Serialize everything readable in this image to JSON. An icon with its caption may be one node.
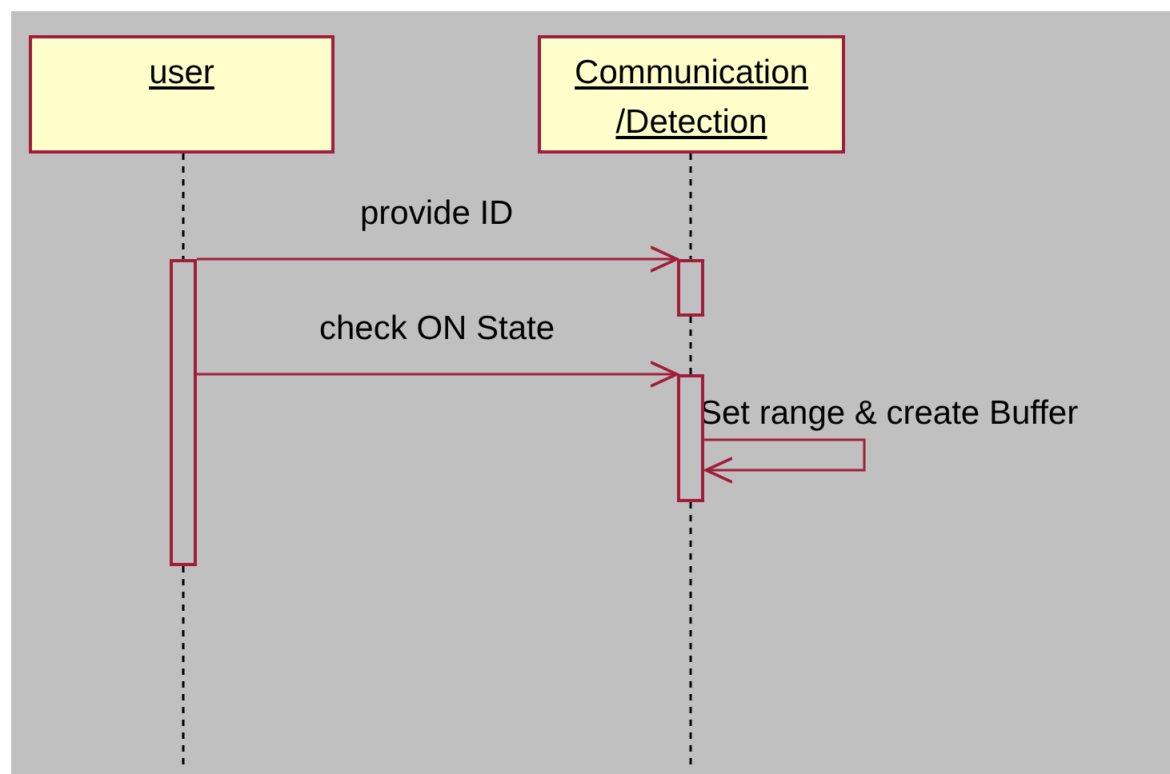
{
  "diagram": {
    "nodes": [
      {
        "text": [
          "user"
        ]
      },
      {
        "text": [
          "Communication /Detection"
        ]
      },
      {
        "text": [],
        "shape": "bar"
      },
      {
        "text": [],
        "shape": "bar"
      },
      {
        "text": [],
        "shape": "bar"
      }
    ],
    "edges": [
      {
        "from": 0,
        "to": 2,
        "arrow": "none",
        "style": "dashed"
      },
      {
        "from": 1,
        "to": 3,
        "arrow": "none",
        "style": "dashed"
      },
      {
        "from": 2,
        "to": 3,
        "arrow": "to",
        "label": "provide ID",
        "color": "#a01e3c"
      },
      {
        "from": 3,
        "to": 4,
        "arrow": "none",
        "style": "dashed"
      },
      {
        "from": 2,
        "to": 4,
        "arrow": "to",
        "label": "check ON State",
        "color": "#a01e3c"
      },
      {
        "from": 4,
        "to": 4,
        "arrow": "to",
        "label": "Set range & create Buffer",
        "color": "#a01e3c"
      },
      {
        "from": 2,
        "to": null,
        "arrow": "none",
        "style": "dashed"
      },
      {
        "from": 4,
        "to": null,
        "arrow": "none",
        "style": "dashed"
      }
    ]
  }
}
